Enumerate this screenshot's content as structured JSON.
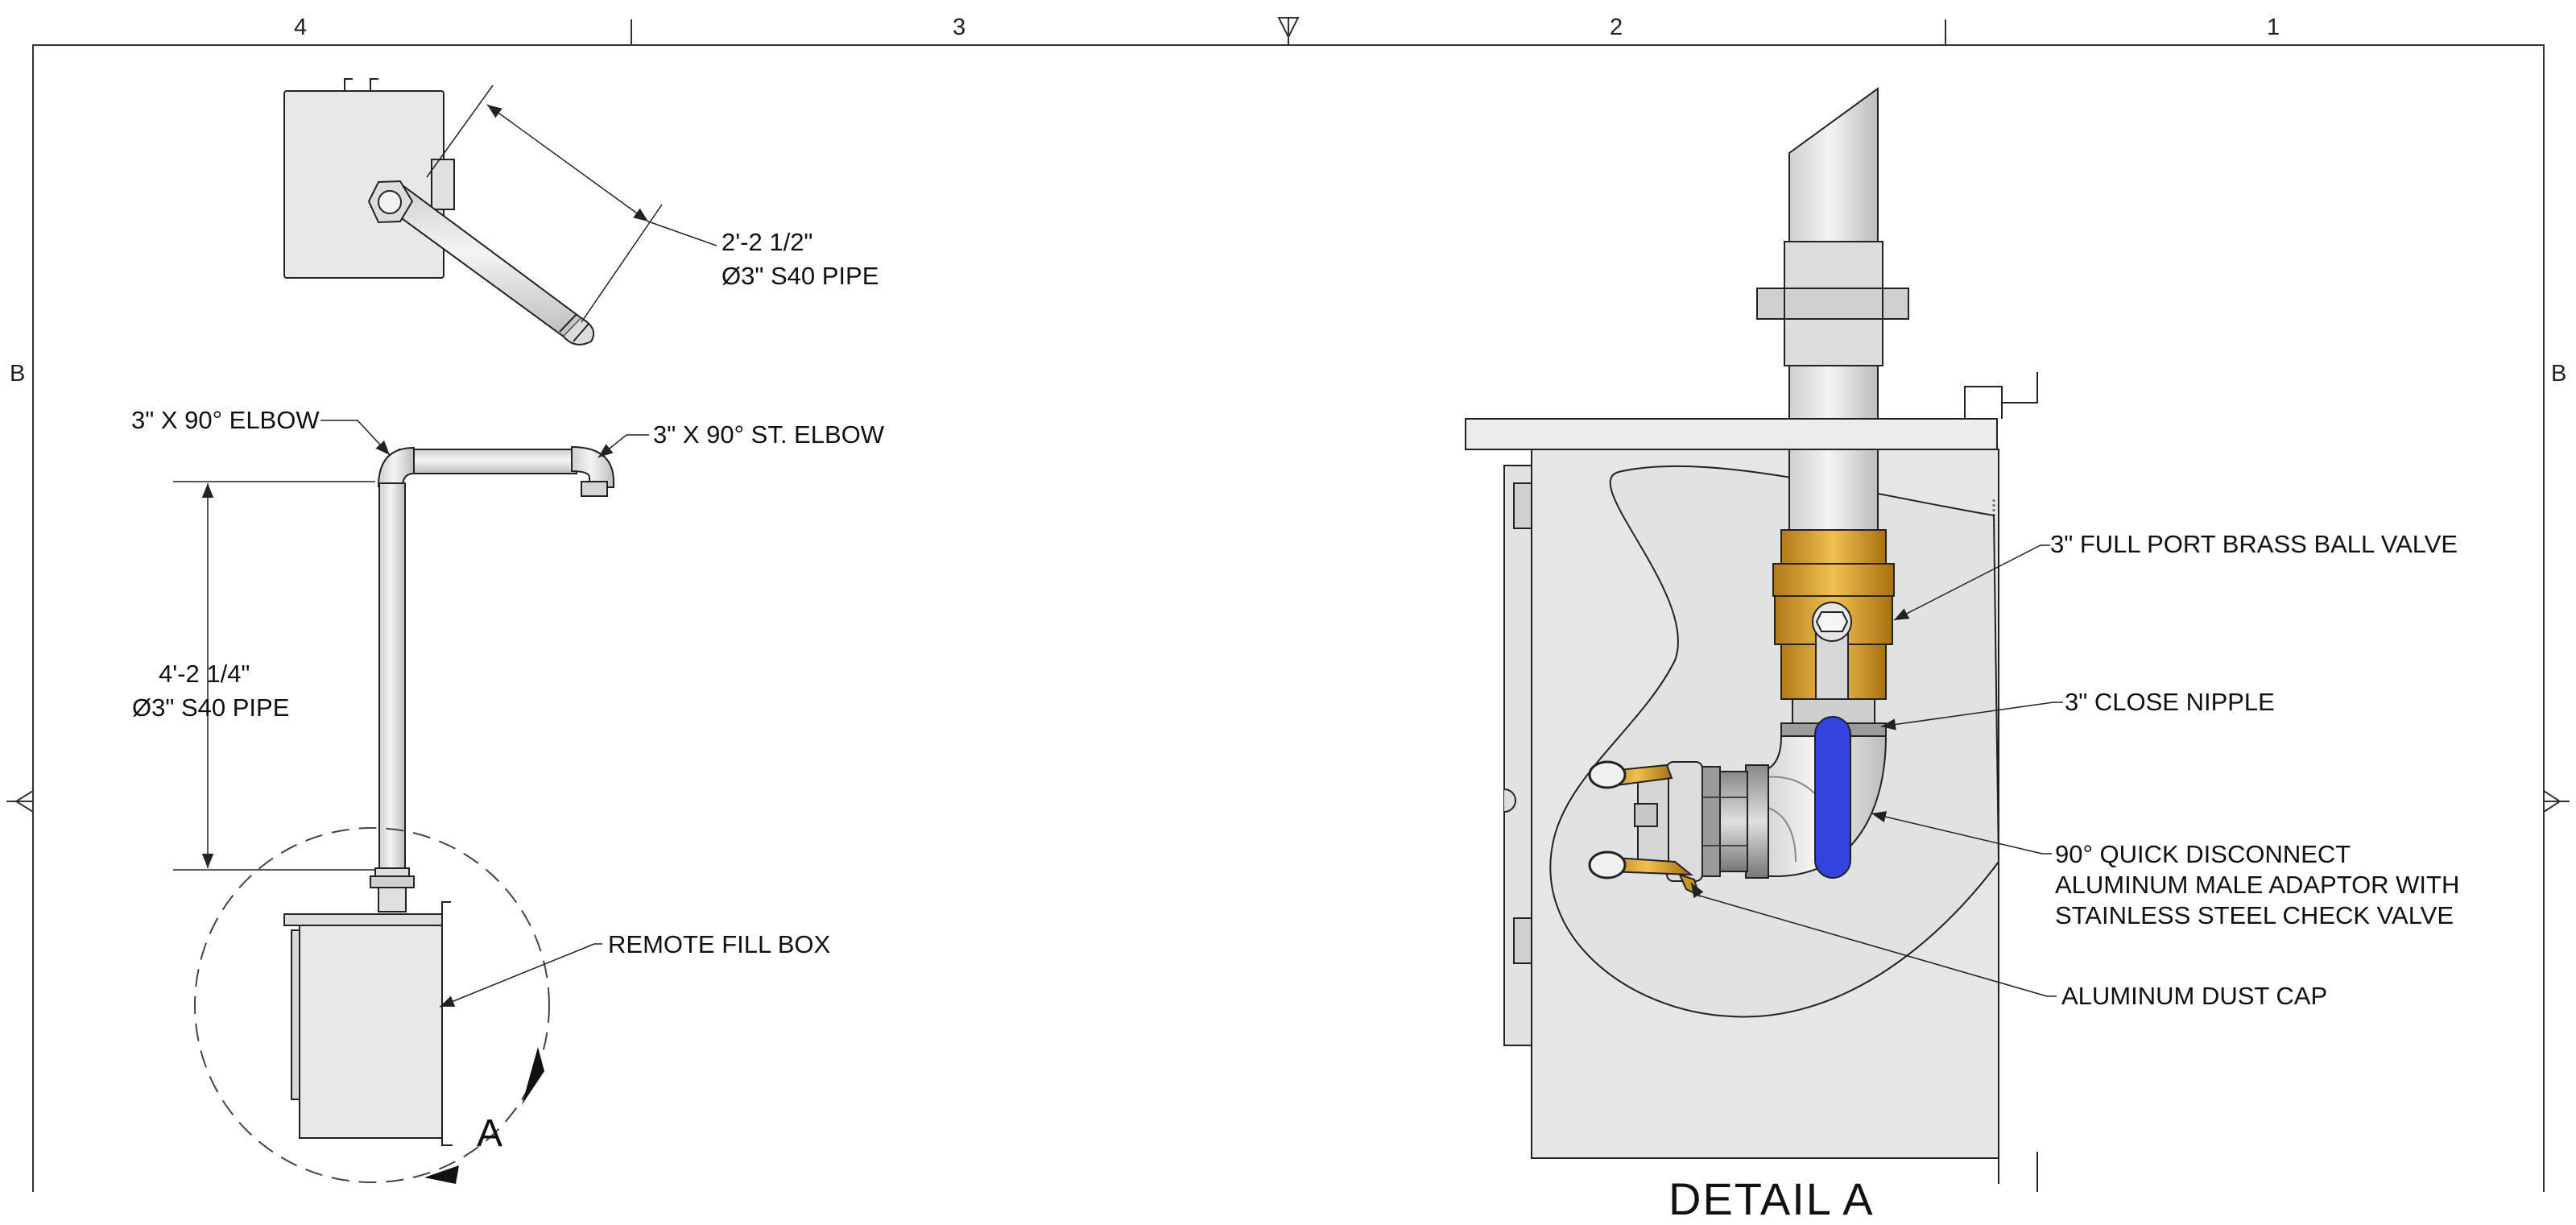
{
  "zones": {
    "top": [
      "4",
      "3",
      "2",
      "1"
    ],
    "left": "B",
    "right": "B"
  },
  "labels": {
    "top_dim_1": "2'-2 1/2\"",
    "top_dim_2": "Ø3\" S40 PIPE",
    "elbow": "3\" X 90° ELBOW",
    "st_elbow": "3\" X 90° ST. ELBOW",
    "riser_dim_1": "4'-2 1/4\"",
    "riser_dim_2": "Ø3\" S40 PIPE",
    "remote_fill_box": "REMOTE FILL BOX",
    "detail_letter": "A",
    "ball_valve": "3\" FULL PORT BRASS BALL VALVE",
    "close_nipple": "3\" CLOSE NIPPLE",
    "quick_disconnect_1": "90° QUICK DISCONNECT",
    "quick_disconnect_2": "ALUMINUM MALE ADAPTOR WITH",
    "quick_disconnect_3": "STAINLESS STEEL CHECK VALVE",
    "dust_cap": "ALUMINUM DUST CAP",
    "detail_title": "DETAIL A"
  },
  "colors": {
    "line": "#222222",
    "pipe": "#e2e2e2",
    "box": "#e8e8e8",
    "brass": "#d4a030",
    "handle": "#3343e0",
    "steel": "#b0b0b0"
  }
}
